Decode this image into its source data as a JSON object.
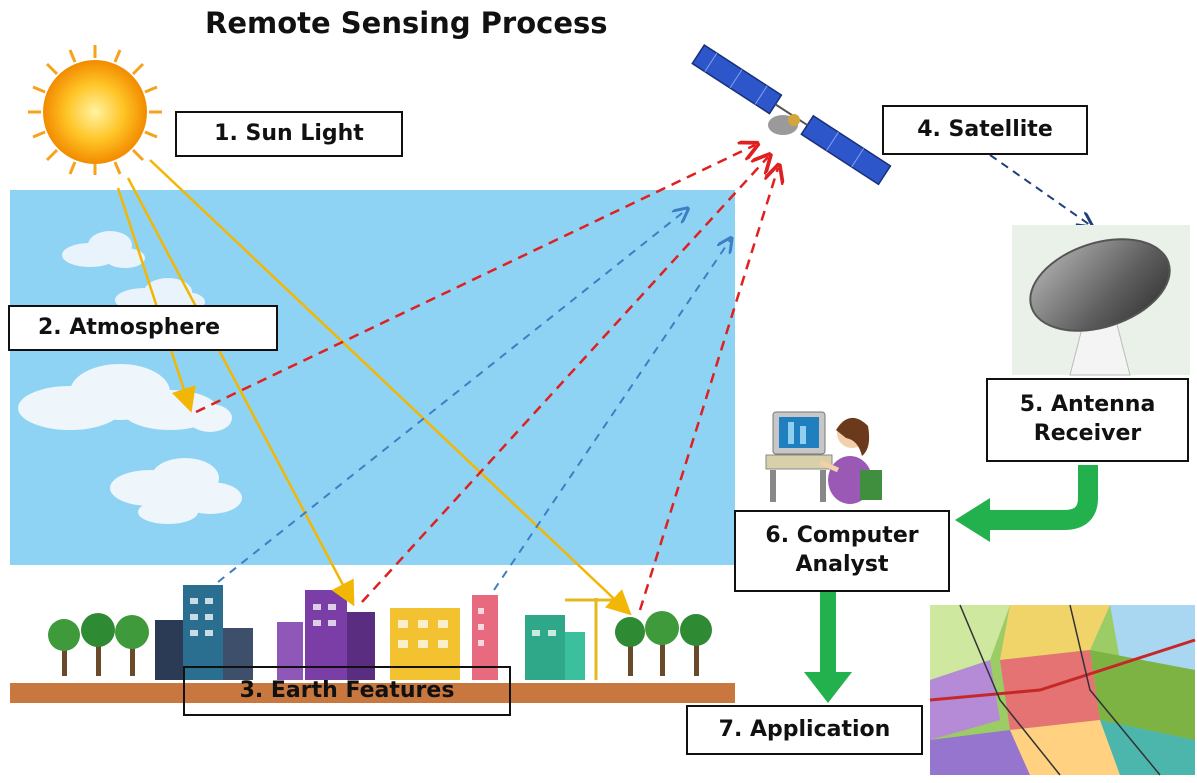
{
  "title": "Remote Sensing Process",
  "labels": {
    "sun": "1. Sun Light",
    "atmosphere": "2. Atmosphere",
    "earth": "3. Earth Features",
    "satellite": "4. Satellite",
    "antenna_line1": "5. Antenna",
    "antenna_line2": "Receiver",
    "computer_line1": "6. Computer",
    "computer_line2": "Analyst",
    "application": "7. Application"
  },
  "colors": {
    "sky": "#8fd3f4",
    "ground": "#c8773f",
    "sun_ray": "#f2b705",
    "reflect_red": "#e02020",
    "reflect_blue": "#3c7fc4",
    "downlink": "#1e3f7a",
    "flow_green": "#22b14c"
  }
}
